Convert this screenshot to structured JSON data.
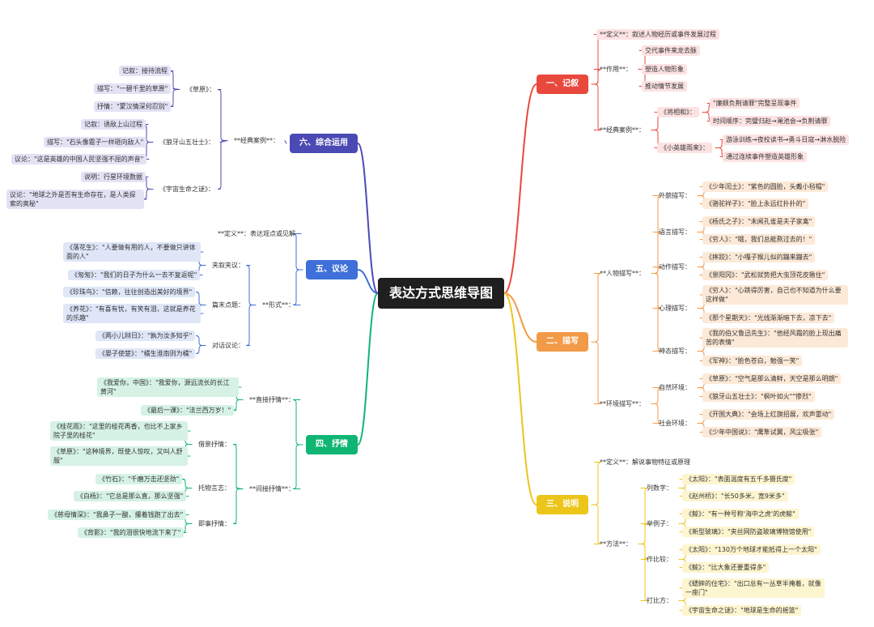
{
  "root": "表达方式思维导图",
  "colors": {
    "b1": "#e9483c",
    "b2": "#f29a48",
    "b3": "#ecc51a",
    "b4": "#10b573",
    "b5": "#3f6fd8",
    "b6": "#4b4ab4"
  },
  "b1": {
    "title": "一、记叙",
    "def": "**定义**：叙述人物经历或事件发展过程",
    "use": "**作用**：",
    "use_items": [
      "交代事件来龙去脉",
      "塑造人物形象",
      "推动情节发展"
    ],
    "cases": "**经典案例**：",
    "c1": "《将相和》：",
    "c1_items": [
      "\"廉颇负荆请罪\"完整呈现事件",
      "时间顺序：完璧归赵→渑池会→负荆请罪"
    ],
    "c2": "《小英雄雨来》：",
    "c2_items": [
      "游泳训练→夜校读书→勇斗日寇→淋水脱险",
      "通过连续事件塑造英雄形象"
    ]
  },
  "b2": {
    "title": "二、描写",
    "person": "**人物描写**：",
    "g1": "外貌描写：",
    "g1_items": [
      "《少年闰土》：\"紫色的圆脸，头戴小毡帽\"",
      "《骆驼祥子》：\"脸上永远红扑扑的\""
    ],
    "g2": "语言描写：",
    "g2_items": [
      "《杨氏之子》：\"未闻孔雀是夫子家禽\"",
      "《穷人》：\"哦，我们总能熬过去的！\""
    ],
    "g3": "动作描写：",
    "g3_items": [
      "《摔跤》：\"小嘎子猴儿似的蹦来蹦去\"",
      "《景阳冈》：\"武松就势把大虫顶花皮揪住\""
    ],
    "g4": "心理描写：",
    "g4_items": [
      "《穷人》：\"心跳得厉害，自己也不知道为什么要这样做\"",
      "《那个星期天》：\"光线渐渐暗下去，凉下去\""
    ],
    "g5": "神态描写：",
    "g5_items": [
      "《我的伯父鲁迅先生》：\"他经风霜的脸上现出痛苦的表情\"",
      "《军神》：\"脸色苍白，勉强一笑\""
    ],
    "env": "**环境描写**：",
    "e1": "自然环境：",
    "e1_items": [
      "《草原》：\"空气是那么清鲜，天空是那么明朗\"",
      "《狼牙山五壮士》：\"枫叶如火\"\"惨烈\""
    ],
    "e2": "社会环境：",
    "e2_items": [
      "《开国大典》：\"会场上红旗招展，欢声雷动\"",
      "《少年中国说》：\"鹰隼试翼，风尘吸张\""
    ]
  },
  "b3": {
    "title": "三、说明",
    "def": "**定义**：解说事物特征或原理",
    "methods": "**方法**：",
    "m1": "列数字：",
    "m1_items": [
      "《太阳》：\"表面温度有五千多摄氏度\"",
      "《赵州桥》：\"长50多米，宽9米多\""
    ],
    "m2": "举例子：",
    "m2_items": [
      "《鲸》：\"有一种号称'海中之虎'的虎鲸\"",
      "《新型玻璃》：\"夹丝网防盗玻璃博物馆使用\""
    ],
    "m3": "作比较：",
    "m3_items": [
      "《太阳》：\"130万个地球才能抵得上一个太阳\"",
      "《鲸》：\"比大象还要重得多\""
    ],
    "m4": "打比方：",
    "m4_items": [
      "《蟋蟀的住宅》：\"出口总有一丛草半掩着，就像一座门\"",
      "《宇宙生命之谜》：\"地球是生命的摇篮\""
    ]
  },
  "b4": {
    "title": "四、抒情",
    "direct": "**直接抒情**：",
    "d_items": [
      "《我爱你，中国》：\"我爱你，源远流长的长江黄河\"",
      "《最后一课》：\"法兰西万岁！\""
    ],
    "indirect": "**间接抒情**：",
    "i1": "借景抒情：",
    "i1_items": [
      "《桂花雨》：\"这里的桂花再香，也比不上家乡院子里的桂花\"",
      "《草原》：\"这种境界，既使人惊叹，又叫人舒服\""
    ],
    "i2": "托物言志：",
    "i2_items": [
      "《竹石》：\"千磨万击还坚劲\"",
      "《白杨》：\"它总是那么直，那么坚强\""
    ],
    "i3": "即事抒情：",
    "i3_items": [
      "《慈母情深》：\"我鼻子一酸，攥着钱跑了出去\"",
      "《背影》：\"我的泪很快地流下来了\""
    ]
  },
  "b5": {
    "title": "五、议论",
    "def": "**定义**：表达观点或见解",
    "forms": "**形式**：",
    "f1": "夹叙夹议：",
    "f1_items": [
      "《落花生》：\"人要做有用的人，不要做只讲体面的人\"",
      "《匆匆》：\"我们的日子为什么一去不复返呢\""
    ],
    "f2": "篇末点题：",
    "f2_items": [
      "《珍珠鸟》：\"信赖，往往创造出美好的境界\"",
      "《养花》：\"有喜有忧，有笑有泪，这就是养花的乐趣\""
    ],
    "f3": "对话议论：",
    "f3_items": [
      "《两小儿辩日》：\"孰为汝多知乎\"",
      "《晏子使楚》：\"橘生淮南则为橘\""
    ]
  },
  "b6": {
    "title": "六、综合运用",
    "cases": "**经典案例**：",
    "c1": "《草原》：",
    "c1_items": [
      "记叙：接待流程",
      "描写：\"一碧千里的草原\"",
      "抒情：\"蒙汉情深何忍别\""
    ],
    "c2": "《狼牙山五壮士》：",
    "c2_items": [
      "记叙：诱敌上山过程",
      "描写：\"石头像雹子一样砸向敌人\"",
      "议论：\"这是英雄的中国人民坚强不屈的声音\""
    ],
    "c3": "《宇宙生命之谜》：",
    "c3_items": [
      "说明：行星环境数据",
      "议论：\"地球之外是否有生命存在，是人类探索的奥秘\""
    ]
  }
}
